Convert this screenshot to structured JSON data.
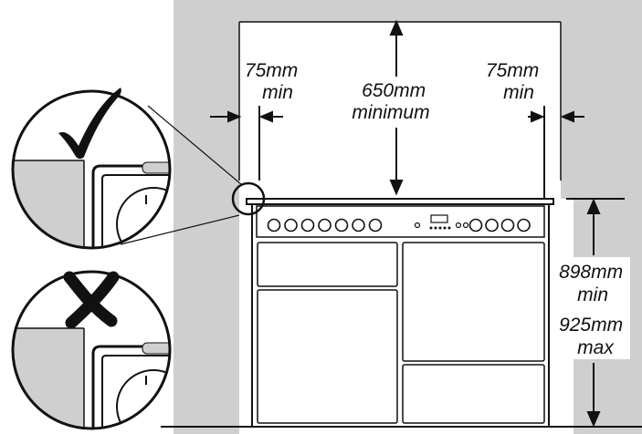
{
  "colors": {
    "wall": "#cfcfcf",
    "line": "#111111",
    "paper": "#ffffff"
  },
  "labels": {
    "left_gap": [
      "75mm",
      "min"
    ],
    "right_gap": [
      "75mm",
      "min"
    ],
    "height_above": [
      "650mm",
      "minimum"
    ],
    "cooker_height": [
      "898mm",
      "min",
      "925mm",
      "max"
    ]
  },
  "icons": {
    "correct": "check-mark-icon",
    "incorrect": "cross-mark-icon"
  },
  "cooker": {
    "left_knob_count": 7,
    "right_knob_count": 4
  }
}
